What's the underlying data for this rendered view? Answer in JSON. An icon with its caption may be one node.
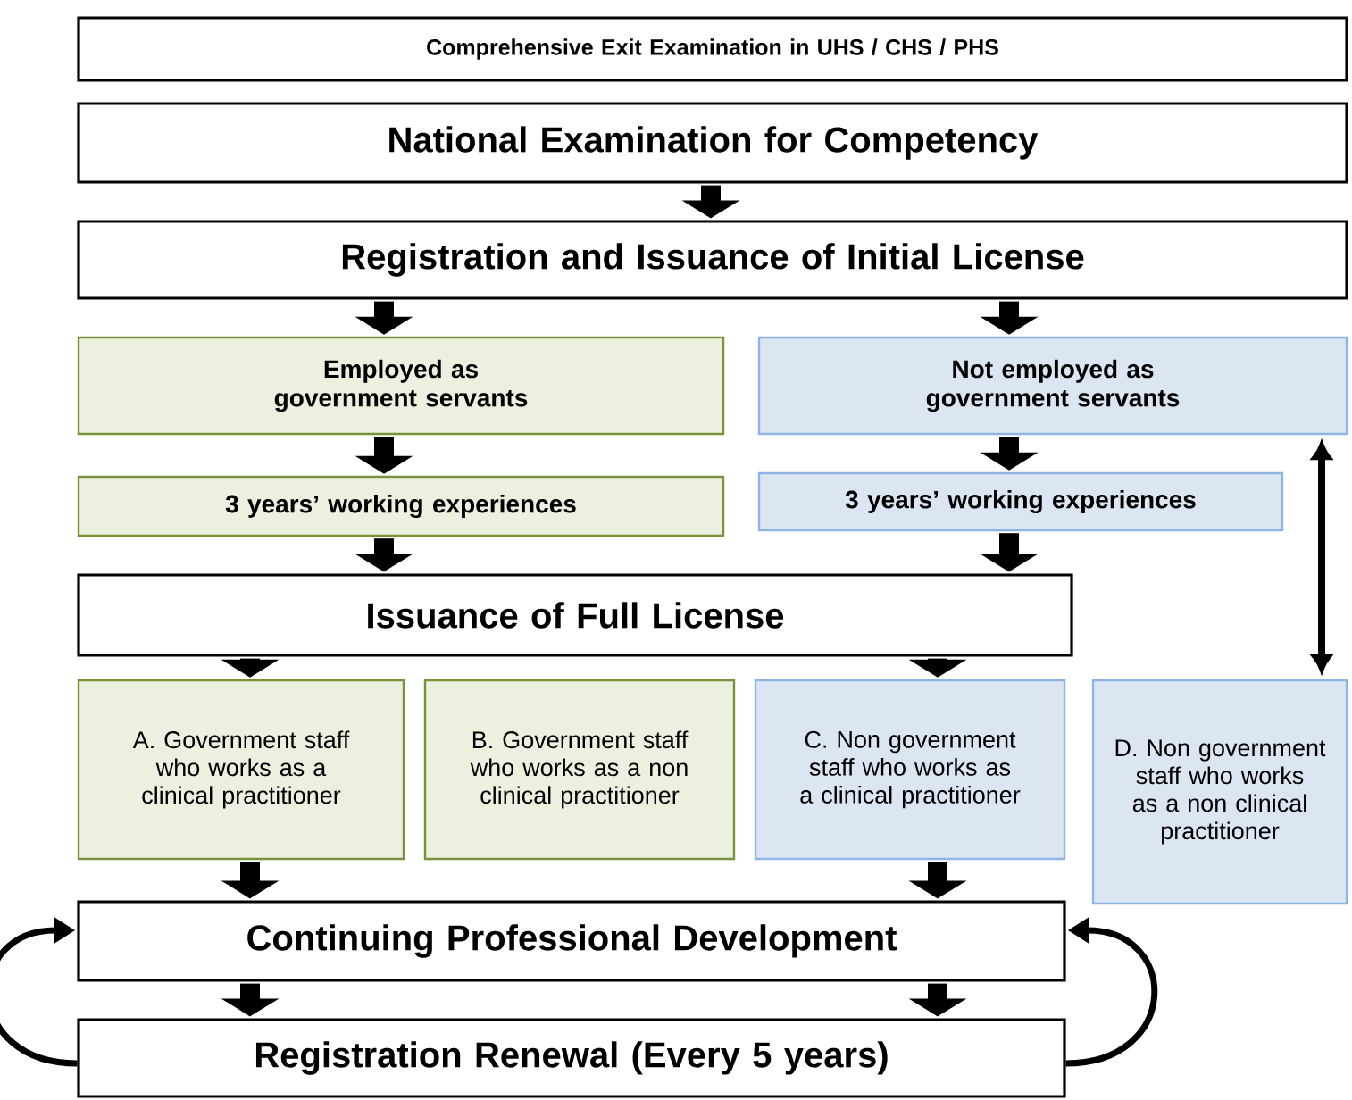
{
  "diagram": {
    "nodes": [
      {
        "text": [
          "Comprehensive Exit Examination in UHS / CHS / PHS"
        ]
      },
      {
        "text": [
          "National Examination for Competency"
        ]
      },
      {
        "text": [
          "Registration and Issuance of Initial License"
        ]
      },
      {
        "text": [
          "Employed as government servants"
        ]
      },
      {
        "text": [
          "Not employed as government servants"
        ]
      },
      {
        "text": [
          "3 years’ working experiences"
        ]
      },
      {
        "text": [
          "3 years’ working experiences"
        ]
      },
      {
        "text": [
          "Issuance of Full License"
        ]
      },
      {
        "text": [
          "A. Government staff who works as a clinical practitioner"
        ]
      },
      {
        "text": [
          "B. Government staff who works as a non clinical practitioner"
        ]
      },
      {
        "text": [
          "C. Non government staff who works as a clinical practitioner"
        ]
      },
      {
        "text": [
          "D. Non government staff who works as a non clinical practitioner"
        ]
      },
      {
        "text": [
          "Continuing Professional Development"
        ]
      },
      {
        "text": [
          "Registration Renewal (Every 5 years)"
        ]
      }
    ],
    "edges": [
      {
        "from": 1,
        "to": 2,
        "arrow": "to"
      },
      {
        "from": 2,
        "to": 3,
        "arrow": "to"
      },
      {
        "from": 2,
        "to": 4,
        "arrow": "to"
      },
      {
        "from": 3,
        "to": 5,
        "arrow": "to"
      },
      {
        "from": 4,
        "to": 6,
        "arrow": "to"
      },
      {
        "from": 5,
        "to": 7,
        "arrow": "to"
      },
      {
        "from": 6,
        "to": 7,
        "arrow": "to"
      },
      {
        "from": 7,
        "to": 8,
        "arrow": "to"
      },
      {
        "from": 7,
        "to": 10,
        "arrow": "to"
      },
      {
        "from": 4,
        "to": 11,
        "arrow": "both"
      },
      {
        "from": 8,
        "to": 12,
        "arrow": "to"
      },
      {
        "from": 10,
        "to": 12,
        "arrow": "to"
      },
      {
        "from": 12,
        "to": 13,
        "arrow": "to"
      },
      {
        "from": 12,
        "to": 13,
        "arrow": "to"
      },
      {
        "from": 13,
        "to": 12,
        "arrow": "to"
      },
      {
        "from": 13,
        "to": 12,
        "arrow": "to"
      }
    ]
  }
}
